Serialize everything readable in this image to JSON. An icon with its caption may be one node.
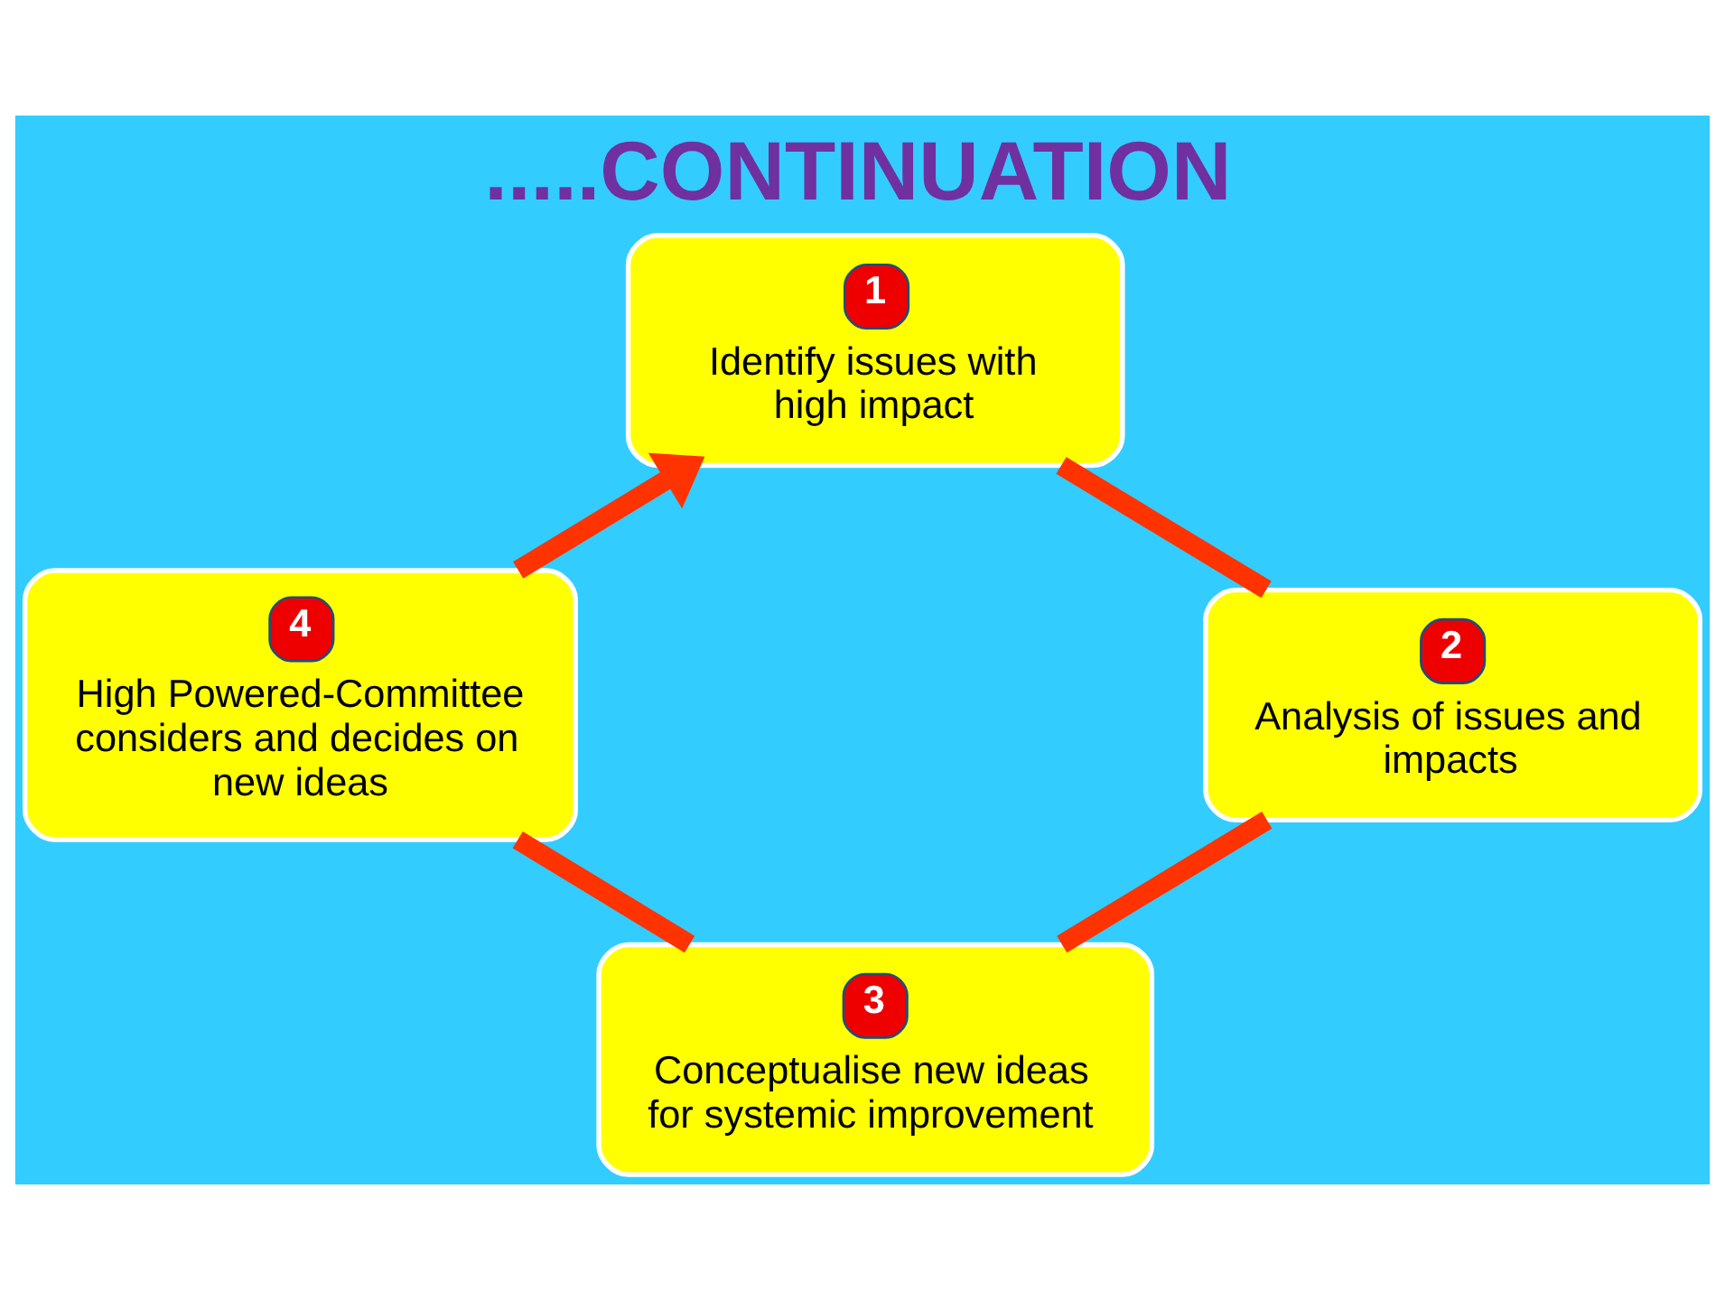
{
  "diagram": {
    "title": ".....CONTINUATION",
    "nodes": [
      {
        "text": [
          "1",
          "Identify issues with high impact"
        ]
      },
      {
        "text": [
          "2",
          "Analysis of issues and impacts"
        ]
      },
      {
        "text": [
          "3",
          "Conceptualise new ideas for systemic improvement"
        ]
      },
      {
        "text": [
          "4",
          "High Powered-Committee considers and decides on new ideas"
        ]
      }
    ],
    "edges": [
      {
        "from": 0,
        "to": 1,
        "arrow": "none"
      },
      {
        "from": 1,
        "to": 2,
        "arrow": "none"
      },
      {
        "from": 2,
        "to": 3,
        "arrow": "none"
      },
      {
        "from": 3,
        "to": 0,
        "arrow": "to"
      }
    ]
  }
}
